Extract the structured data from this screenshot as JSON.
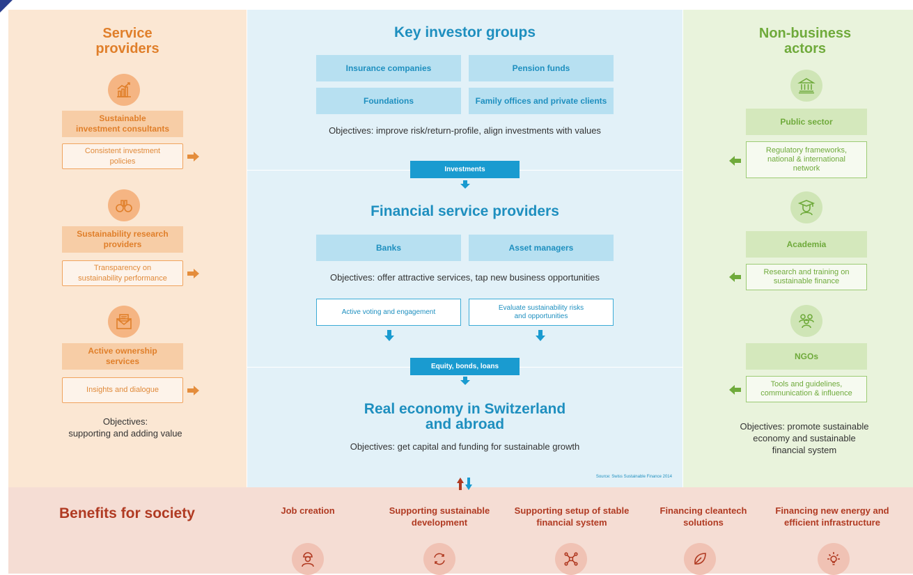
{
  "left": {
    "title": "Service\nproviders",
    "items": [
      {
        "icon": "chart-icon",
        "heading": "Sustainable\ninvestment consultants",
        "detail": "Consistent investment\npolicies"
      },
      {
        "icon": "binoculars-icon",
        "heading": "Sustainability research\nproviders",
        "detail": "Transparency on\nsustainability performance"
      },
      {
        "icon": "envelope-icon",
        "heading": "Active ownership\nservices",
        "detail": "Insights and dialogue"
      }
    ],
    "objectives": "Objectives:\nsupporting and adding value"
  },
  "middle": {
    "investor_title": "Key investor groups",
    "investors": [
      "Insurance companies",
      "Pension funds",
      "Foundations",
      "Family offices and private clients"
    ],
    "investor_objectives": "Objectives: improve risk/return-profile, align investments with values",
    "investments_label": "Investments",
    "fsp_title": "Financial service providers",
    "fsp": [
      "Banks",
      "Asset managers"
    ],
    "fsp_objectives": "Objectives: offer attractive services, tap new business opportunities",
    "fsp_actions": [
      "Active voting and engagement",
      "Evaluate sustainability risks\nand opportunities"
    ],
    "flow_label": "Equity, bonds, loans",
    "economy_title": "Real economy in Switzerland\nand abroad",
    "economy_objectives": "Objectives: get capital and funding for sustainable growth",
    "source": "Source: Swiss Sustainable Finance 2014"
  },
  "right": {
    "title": "Non-business\nactors",
    "items": [
      {
        "icon": "bank-icon",
        "heading": "Public sector",
        "detail": "Regulatory frameworks,\nnational & international\nnetwork"
      },
      {
        "icon": "graduate-icon",
        "heading": "Academia",
        "detail": "Research and training on\nsustainable finance"
      },
      {
        "icon": "people-icon",
        "heading": "NGOs",
        "detail": "Tools and guidelines,\ncommunication & influence"
      }
    ],
    "objectives": "Objectives: promote sustainable\neconomy and sustainable\nfinancial system"
  },
  "bottom": {
    "title": "Benefits for society",
    "benefits": [
      {
        "label": "Job creation",
        "icon": "worker-icon"
      },
      {
        "label": "Supporting sustainable\ndevelopment",
        "icon": "cycle-icon"
      },
      {
        "label": "Supporting setup of stable\nfinancial system",
        "icon": "network-icon"
      },
      {
        "label": "Financing cleantech\nsolutions",
        "icon": "leaf-icon"
      },
      {
        "label": "Financing new energy and\nefficient infrastructure",
        "icon": "lightbulb-icon"
      }
    ]
  },
  "colors": {
    "orange": "#e07f2a",
    "blue": "#1e8fbf",
    "green": "#6faa3b",
    "red": "#b03a22"
  }
}
